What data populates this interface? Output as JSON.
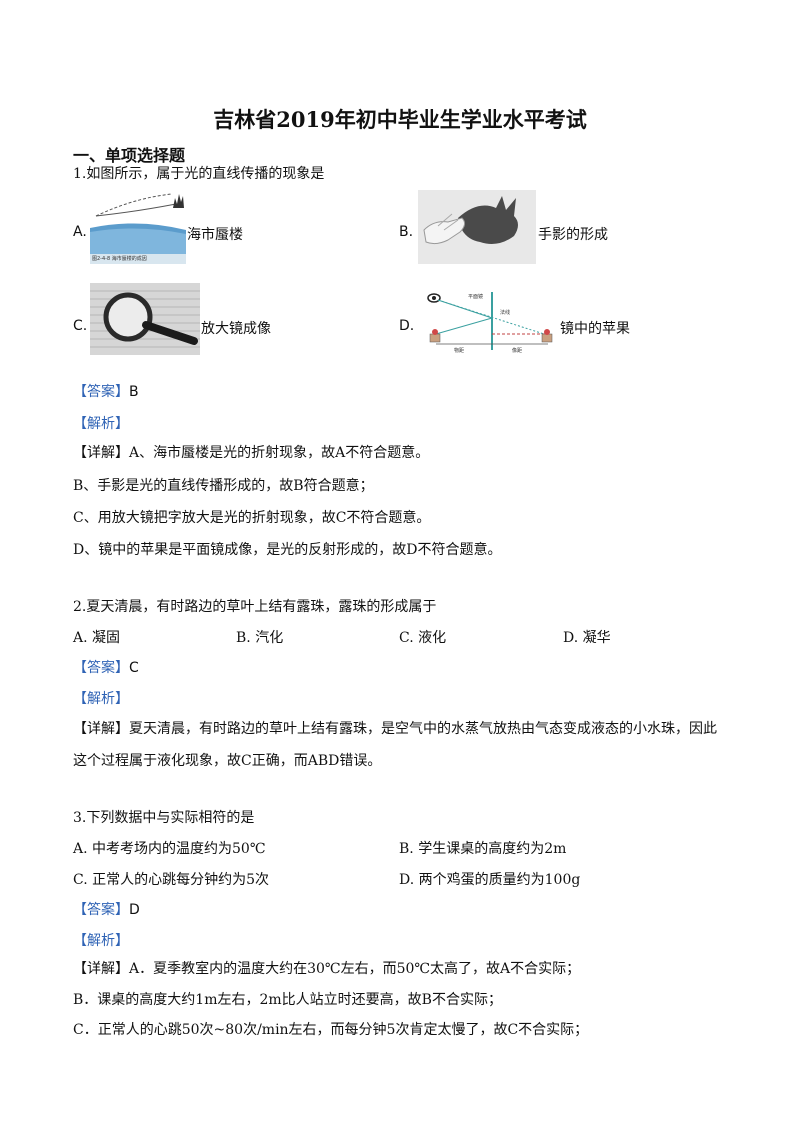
{
  "title": "吉林省2019年初中毕业生学业水平考试",
  "section": "一、单项选择题",
  "q1": {
    "stem": "1.如图所示，属于光的直线传播的现象是",
    "options": [
      {
        "letter": "A.",
        "label": "海市蜃楼"
      },
      {
        "letter": "B.",
        "label": "手影的形成"
      },
      {
        "letter": "C.",
        "label": "放大镜成像"
      },
      {
        "letter": "D.",
        "label": "镜中的苹果"
      }
    ],
    "mirage_caption": "图2-4-8  海市蜃楼的成因",
    "mirror_labels": [
      "平面镜",
      "法线",
      "物距",
      "像距"
    ],
    "answer_tag": "【答案】",
    "answer": "B",
    "analysis_tag": "【解析】",
    "explain": [
      "【详解】A、海市蜃楼是光的折射现象，故A不符合题意。",
      "B、手影是光的直线传播形成的，故B符合题意；",
      "C、用放大镜把字放大是光的折射现象，故C不符合题意。",
      "D、镜中的苹果是平面镜成像，是光的反射形成的，故D不符合题意。"
    ]
  },
  "q2": {
    "stem": "2.夏天清晨，有时路边的草叶上结有露珠，露珠的形成属于",
    "options": [
      "A. 凝固",
      "B. 汽化",
      "C. 液化",
      "D. 凝华"
    ],
    "answer_tag": "【答案】",
    "answer": "C",
    "analysis_tag": "【解析】",
    "explain": [
      "【详解】夏天清晨，有时路边的草叶上结有露珠，是空气中的水蒸气放热由气态变成液态的小水珠，因此",
      "这个过程属于液化现象，故C正确，而ABD错误。"
    ]
  },
  "q3": {
    "stem": "3.下列数据中与实际相符的是",
    "options": [
      "A. 中考考场内的温度约为50℃",
      "B. 学生课桌的高度约为2m",
      "C. 正常人的心跳每分钟约为5次",
      "D. 两个鸡蛋的质量约为100g"
    ],
    "answer_tag": "【答案】",
    "answer": "D",
    "analysis_tag": "【解析】",
    "explain": [
      "【详解】A．夏季教室内的温度大约在30℃左右，而50℃太高了，故A不合实际；",
      "B．课桌的高度大约1m左右，2m比人站立时还要高，故B不合实际；",
      "C．正常人的心跳50次~80次/min左右，而每分钟5次肯定太慢了，故C不合实际；"
    ]
  }
}
